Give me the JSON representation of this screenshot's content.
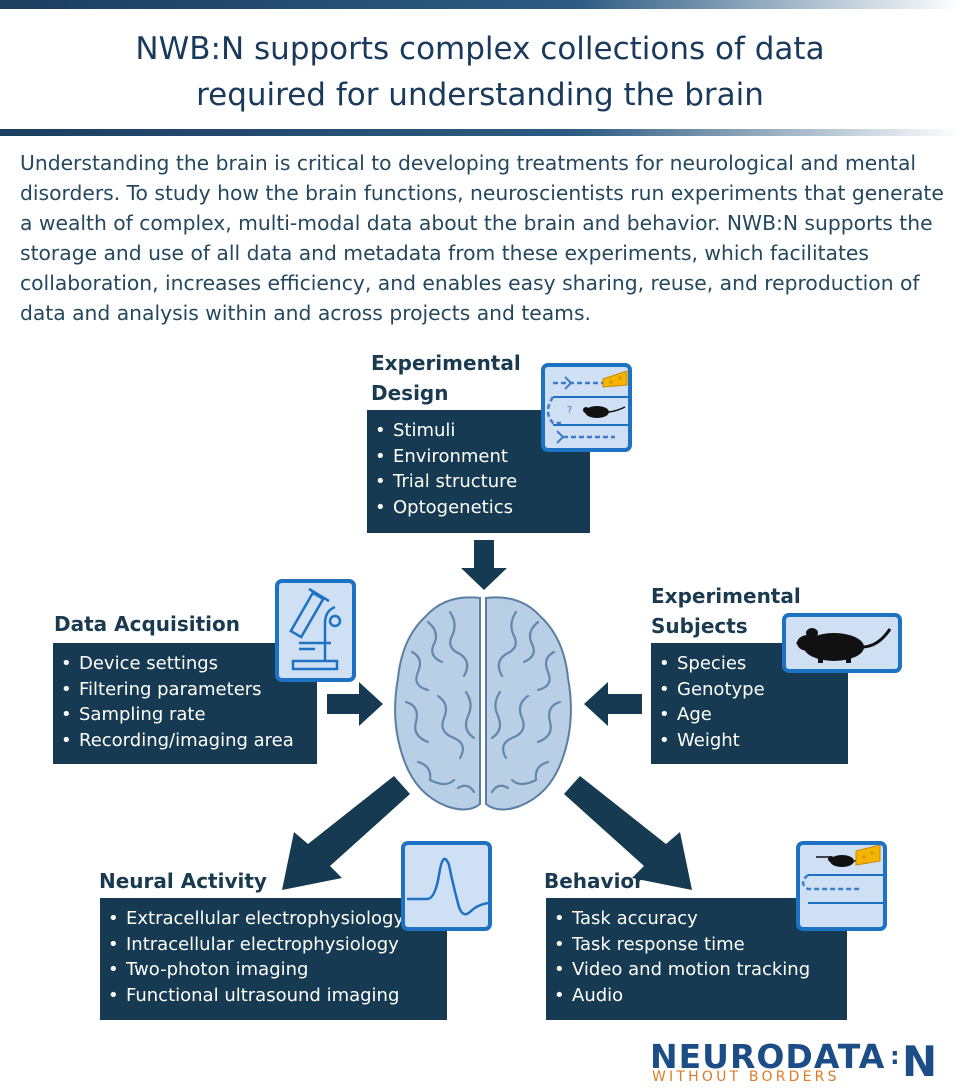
{
  "header": {
    "title_line1": "NWB:N supports complex collections of data",
    "title_line2": "required for understanding the brain",
    "accent_color": "#1c3e5f"
  },
  "intro": "Understanding the brain is critical to developing treatments for neurological and mental disorders. To study how the brain functions, neuroscientists run experiments that generate a wealth of complex, multi-modal data about the brain and behavior. NWB:N supports the storage and use of all data and metadata from these experiments, which facilitates collaboration, increases efficiency, and enables easy sharing, reuse, and reproduction of data and analysis within and across projects and teams.",
  "sections": {
    "experimental_design": {
      "title_line1": "Experimental",
      "title_line2": "Design",
      "icon": "maze-mouse-cheese-icon",
      "items": [
        "Stimuli",
        "Environment",
        "Trial structure",
        "Optogenetics"
      ]
    },
    "data_acquisition": {
      "title": "Data Acquisition",
      "icon": "microscope-icon",
      "items": [
        "Device settings",
        "Filtering parameters",
        "Sampling rate",
        "Recording/imaging area"
      ]
    },
    "experimental_subjects": {
      "title_line1": "Experimental",
      "title_line2": "Subjects",
      "icon": "mouse-icon",
      "items": [
        "Species",
        "Genotype",
        "Age",
        "Weight"
      ]
    },
    "neural_activity": {
      "title": "Neural Activity",
      "icon": "spike-waveform-icon",
      "items": [
        "Extracellular electrophysiology",
        "Intracellular electrophysiology",
        "Two-photon imaging",
        "Functional ultrasound imaging"
      ]
    },
    "behavior": {
      "title": "Behavior",
      "icon": "mouse-track-cheese-icon",
      "items": [
        "Task accuracy",
        "Task response time",
        "Video and motion tracking",
        "Audio"
      ]
    }
  },
  "center_image": "brain-icon",
  "logo": {
    "main": "NEURODATA",
    "colon": ":",
    "n": "N",
    "sub": "WITHOUT BORDERS",
    "main_color": "#1c4d86",
    "sub_color": "#e07a24"
  },
  "colors": {
    "box_bg": "#153a52",
    "icon_border": "#1d72c3",
    "icon_bg": "#cfe0f4"
  }
}
